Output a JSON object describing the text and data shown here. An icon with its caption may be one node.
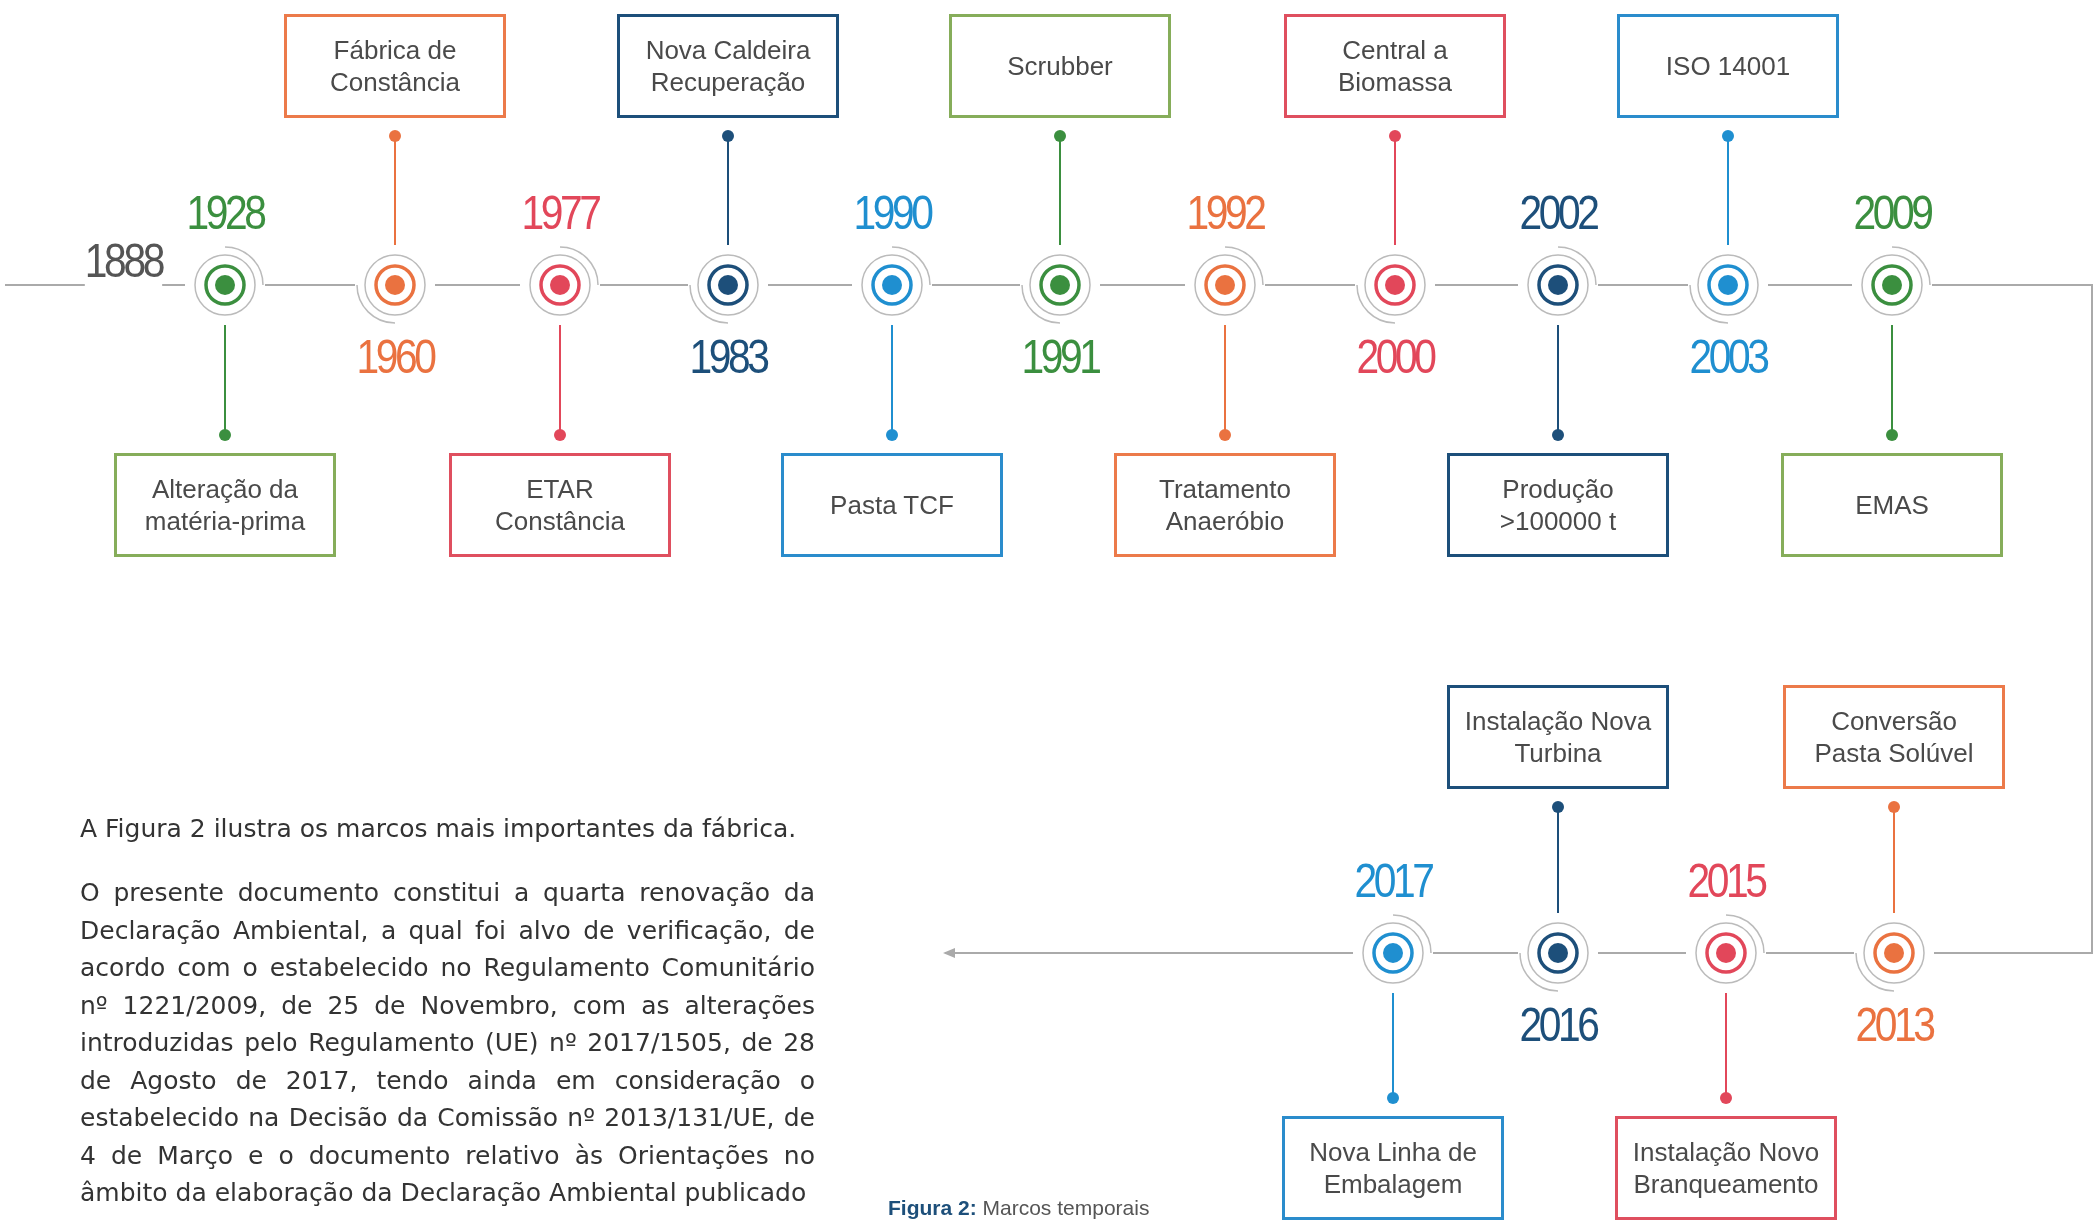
{
  "diagram": {
    "caption": "**Figura 2:** Marcos temporais",
    "nodes": [
      {
        "text": [],
        "shape": "circle",
        "beside": [
          "1928"
        ]
      },
      {
        "text": [
          "Alteração da matéria-prima"
        ]
      },
      {
        "text": [],
        "shape": "circle",
        "beside": [
          "1960"
        ]
      },
      {
        "text": [
          "Fábrica de Constância"
        ]
      },
      {
        "text": [],
        "shape": "circle",
        "beside": [
          "1977"
        ]
      },
      {
        "text": [
          "ETAR Constância"
        ]
      },
      {
        "text": [],
        "shape": "circle",
        "beside": [
          "1983"
        ]
      },
      {
        "text": [
          "Nova Caldeira Recuperação"
        ]
      },
      {
        "text": [],
        "shape": "circle",
        "beside": [
          "1990"
        ]
      },
      {
        "text": [
          "Pasta TCF"
        ]
      },
      {
        "text": [],
        "shape": "circle",
        "beside": [
          "1991"
        ]
      },
      {
        "text": [
          "Scrubber"
        ]
      },
      {
        "text": [],
        "shape": "circle",
        "beside": [
          "1992"
        ]
      },
      {
        "text": [
          "Tratamento Anaeróbio"
        ]
      },
      {
        "text": [],
        "shape": "circle",
        "beside": [
          "2000"
        ]
      },
      {
        "text": [
          "Central a Biomassa"
        ]
      },
      {
        "text": [],
        "shape": "circle",
        "beside": [
          "2002"
        ]
      },
      {
        "text": [
          "Produção >100000 t"
        ]
      },
      {
        "text": [],
        "shape": "circle",
        "beside": [
          "2003"
        ]
      },
      {
        "text": [
          "ISO 14001"
        ]
      },
      {
        "text": [],
        "shape": "circle",
        "beside": [
          "2009"
        ]
      },
      {
        "text": [
          "EMAS"
        ]
      },
      {
        "text": [],
        "shape": "circle",
        "beside": [
          "2013"
        ]
      },
      {
        "text": [
          "Conversão Pasta Solúvel"
        ]
      },
      {
        "text": [],
        "shape": "circle",
        "beside": [
          "2015"
        ]
      },
      {
        "text": [
          "Instalação Novo Branqueamento"
        ]
      },
      {
        "text": [],
        "shape": "circle",
        "beside": [
          "2016"
        ]
      },
      {
        "text": [
          "Instalação Nova Turbina"
        ]
      },
      {
        "text": [],
        "shape": "circle",
        "beside": [
          "2017"
        ]
      },
      {
        "text": [
          "Nova Linha de Embalagem"
        ]
      }
    ],
    "edges": [
      {
        "from": 1,
        "to": 0,
        "arrow": "other",
        "color": "#3b8f3f"
      },
      {
        "from": 3,
        "to": 2,
        "arrow": "other",
        "color": "#ea7240"
      },
      {
        "from": 5,
        "to": 4,
        "arrow": "other",
        "color": "#e2475a"
      },
      {
        "from": 7,
        "to": 6,
        "arrow": "other",
        "color": "#1d4f7a"
      },
      {
        "from": 9,
        "to": 8,
        "arrow": "other",
        "color": "#1f8fd0"
      },
      {
        "from": 11,
        "to": 10,
        "arrow": "other",
        "color": "#3b8f3f"
      },
      {
        "from": 13,
        "to": 12,
        "arrow": "other",
        "color": "#ea7240"
      },
      {
        "from": 15,
        "to": 14,
        "arrow": "other",
        "color": "#e2475a"
      },
      {
        "from": 17,
        "to": 16,
        "arrow": "other",
        "color": "#1d4f7a"
      },
      {
        "from": 19,
        "to": 18,
        "arrow": "other",
        "color": "#1f8fd0"
      },
      {
        "from": 21,
        "to": 20,
        "arrow": "other",
        "color": "#3b8f3f"
      },
      {
        "from": 23,
        "to": 22,
        "arrow": "other",
        "color": "#ea7240"
      },
      {
        "from": 25,
        "to": 24,
        "arrow": "other",
        "color": "#e2475a"
      },
      {
        "from": 27,
        "to": 26,
        "arrow": "other",
        "color": "#1d4f7a"
      },
      {
        "from": 29,
        "to": 28,
        "arrow": "other",
        "color": "#1f8fd0"
      },
      {
        "from": 0,
        "to": 2,
        "arrow": "none"
      },
      {
        "from": 2,
        "to": 4,
        "arrow": "none"
      },
      {
        "from": 4,
        "to": 6,
        "arrow": "none"
      },
      {
        "from": 6,
        "to": 8,
        "arrow": "none"
      },
      {
        "from": 8,
        "to": 10,
        "arrow": "none"
      },
      {
        "from": 10,
        "to": 12,
        "arrow": "none"
      },
      {
        "from": 12,
        "to": 14,
        "arrow": "none"
      },
      {
        "from": 14,
        "to": 16,
        "arrow": "none"
      },
      {
        "from": 16,
        "to": 18,
        "arrow": "none"
      },
      {
        "from": 18,
        "to": 20,
        "arrow": "none"
      },
      {
        "from": 20,
        "to": 22,
        "arrow": "none"
      },
      {
        "from": 22,
        "to": 24,
        "arrow": "none"
      },
      {
        "from": 24,
        "to": 26,
        "arrow": "none"
      },
      {
        "from": 26,
        "to": 28,
        "arrow": "none"
      },
      {
        "from": 28,
        "to": null,
        "arrow": "to"
      }
    ],
    "labels": [
      "1888",
      "A Figura 2 ilustra os marcos mais importantes da fábrica.",
      "O presente documento constitui a quarta renovação da Declaração Ambiental, a qual foi alvo de verificação, de acordo com o estabelecido no Regulamento Comunitário nº 1221/2009, de 25 de Novembro, com as alterações introduzidas pelo Regulamento (UE) nº 2017/1505, de 28 de Agosto de 2017, tendo ainda em consideração o estabelecido na Decisão da Comissão nº 2013/131/UE, de 4 de Março e o documento relativo às Orientações no âmbito da elaboração da Declaração Ambiental publicado"
    ]
  }
}
